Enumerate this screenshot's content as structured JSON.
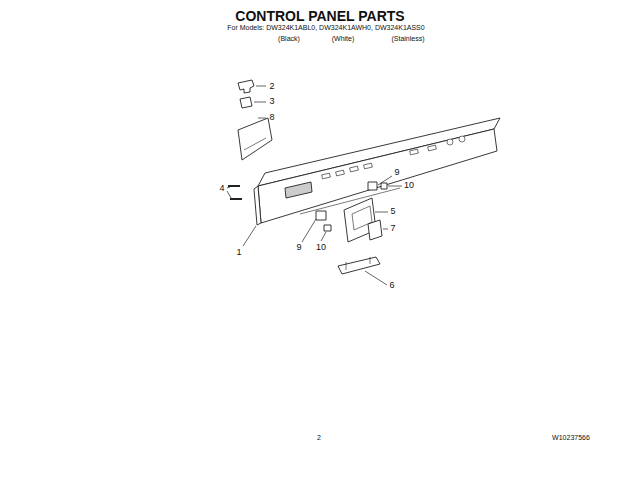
{
  "diagram": {
    "title": "CONTROL PANEL PARTS",
    "labels": [
      "For Models: DW324K1ABL0, DW324K1AWH0, DW324K1ASS0",
      "(Black)",
      "(White)",
      "(Stainless)",
      "2",
      "3",
      "8",
      "4",
      "1",
      "9",
      "10",
      "5",
      "7",
      "9",
      "10",
      "6",
      "2",
      "W10237566"
    ]
  }
}
